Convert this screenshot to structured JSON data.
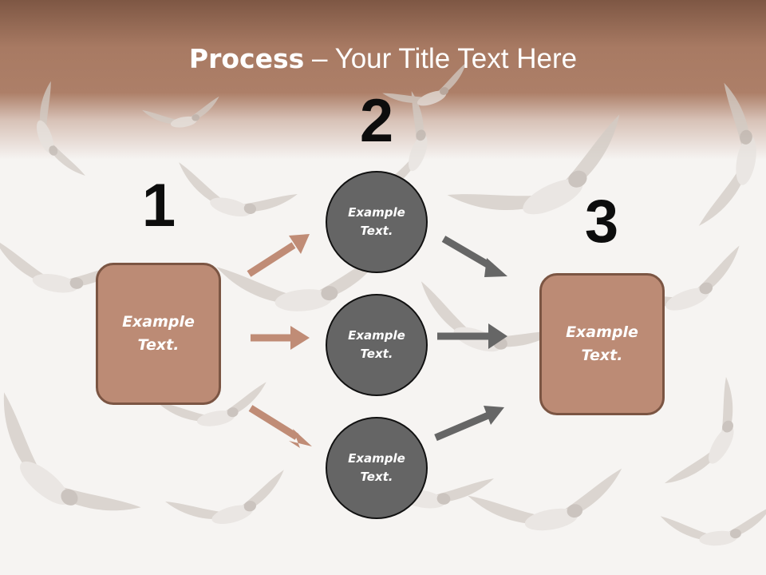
{
  "title": {
    "bold": "Process",
    "dash": " – ",
    "rest": "Your Title Text Here"
  },
  "stages": [
    {
      "number": "1",
      "text": "Example\nText."
    },
    {
      "number": "2",
      "items": [
        {
          "text": "Example\nText."
        },
        {
          "text": "Example\nText."
        },
        {
          "text": "Example\nText."
        }
      ]
    },
    {
      "number": "3",
      "text": "Example\nText."
    }
  ],
  "colors": {
    "header": "#a87a63",
    "box_fill": "#bc8b75",
    "box_border": "#7b5543",
    "circle_fill": "#656565",
    "arrow_brown": "#c08c76",
    "arrow_gray": "#666666",
    "background": "#f6f4f2"
  },
  "background_image": "seagulls-in-flight"
}
